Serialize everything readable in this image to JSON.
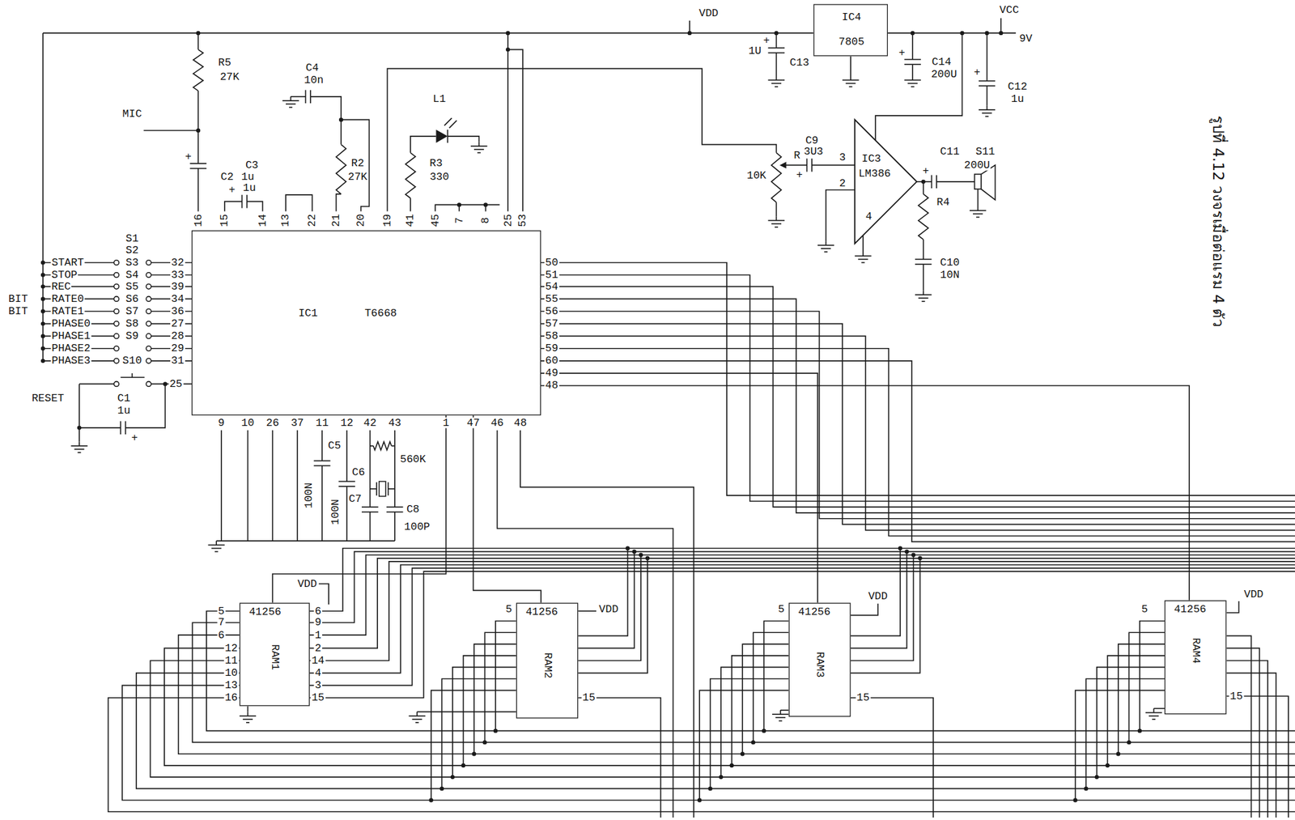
{
  "diagram": {
    "caption": "รูปที่ 4.12 วงจรเมื่อต่อแรม 4 ตัว",
    "nodes": [
      {
        "text": [
          "IC1",
          "T6668"
        ]
      },
      {
        "text": [
          "IC4",
          "7805"
        ]
      },
      {
        "text": [
          "IC3",
          "LM386"
        ]
      },
      {
        "text": [
          "41256",
          "RAM1"
        ]
      },
      {
        "text": [
          "41256",
          "RAM2"
        ]
      },
      {
        "text": [
          "41256",
          "RAM3"
        ]
      },
      {
        "text": [
          "41256",
          "RAM4"
        ]
      }
    ],
    "edges": [
      {
        "from": 0,
        "to": 3,
        "arrow": "none"
      },
      {
        "from": 0,
        "to": 4,
        "arrow": "none"
      },
      {
        "from": 0,
        "to": 5,
        "arrow": "none"
      },
      {
        "from": 0,
        "to": 6,
        "arrow": "none"
      }
    ],
    "labels": [
      "VDD",
      "VCC",
      "9V",
      "1U",
      "+",
      "C13",
      "+",
      "C14",
      "200U",
      "+",
      "C12",
      "1u",
      "R5",
      "27K",
      "MIC",
      "C4",
      "10n",
      "L1",
      "R2",
      "27K",
      "R3",
      "330",
      "C3",
      "C2",
      "1u",
      "1u",
      "+",
      "+",
      "C9",
      "3U3",
      "R",
      "+",
      "10K",
      "3",
      "2",
      "4",
      "C11",
      "S11",
      "200U",
      "+",
      "R4",
      "C10",
      "10N",
      "START",
      "STOP",
      "REC",
      "RATE0",
      "RATE1",
      "PHASE0",
      "PHASE1",
      "PHASE2",
      "PHASE3",
      "BIT",
      "BIT",
      "S1",
      "S2",
      "S3",
      "S4",
      "S5",
      "S6",
      "S7",
      "S8",
      "S9",
      "S10",
      "32",
      "33",
      "39",
      "34",
      "36",
      "27",
      "28",
      "29",
      "31",
      "RESET",
      "C1",
      "1u",
      "+",
      "25",
      "16",
      "15",
      "14",
      "13",
      "22",
      "21",
      "20",
      "19",
      "41",
      "45",
      "7",
      "8",
      "25",
      "53",
      "50",
      "51",
      "54",
      "55",
      "56",
      "57",
      "58",
      "59",
      "60",
      "49",
      "48",
      "9",
      "10",
      "26",
      "37",
      "11",
      "12",
      "42",
      "43",
      "1",
      "47",
      "46",
      "48",
      "C5",
      "100N",
      "C6",
      "100N",
      "560K",
      "C7",
      "C8",
      "100P",
      "VDD",
      "5",
      "7",
      "6",
      "12",
      "11",
      "10",
      "13",
      "16",
      "6",
      "9",
      "1",
      "2",
      "14",
      "4",
      "3",
      "15",
      "5",
      "VDD",
      "15",
      "5",
      "VDD",
      "15",
      "5",
      "VDD",
      "15"
    ]
  }
}
